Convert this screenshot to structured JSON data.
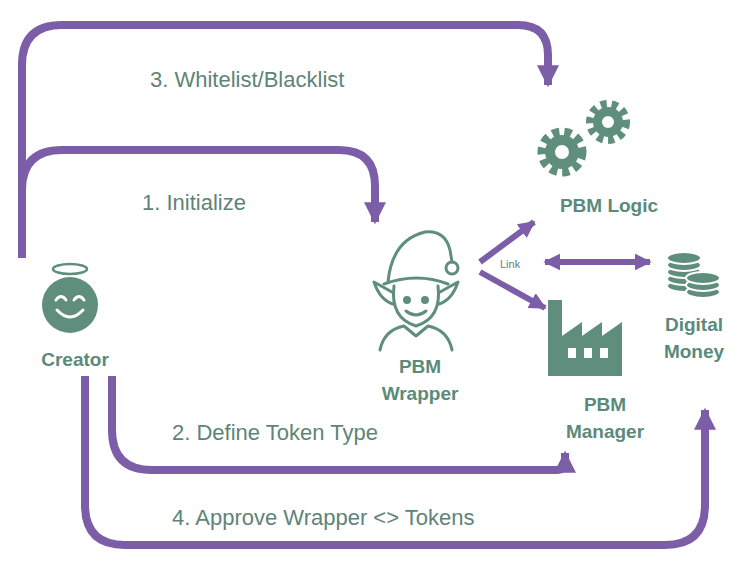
{
  "diagram": {
    "nodes": [
      {
        "text": [
          "Creator"
        ]
      },
      {
        "text": [
          "PBM Wrapper"
        ]
      },
      {
        "text": [
          "PBM Logic"
        ]
      },
      {
        "text": [
          "PBM Manager"
        ]
      },
      {
        "text": [
          "Digital Money"
        ]
      }
    ],
    "edges": [
      {
        "from": 0,
        "to": 1,
        "label": "1. Initialize",
        "arrow": "to"
      },
      {
        "from": 0,
        "to": 3,
        "label": "2. Define Token Type",
        "arrow": "to"
      },
      {
        "from": 0,
        "to": 2,
        "label": "3. Whitelist/Blacklist",
        "arrow": "to"
      },
      {
        "from": 0,
        "to": 4,
        "label": "4. Approve Wrapper <> Tokens",
        "arrow": "to"
      },
      {
        "from": 1,
        "to": 2,
        "arrow": "to"
      },
      {
        "from": 1,
        "to": 3,
        "arrow": "to"
      },
      {
        "from": 3,
        "to": 4,
        "arrow": "both"
      }
    ],
    "labels": [
      "Link"
    ]
  }
}
